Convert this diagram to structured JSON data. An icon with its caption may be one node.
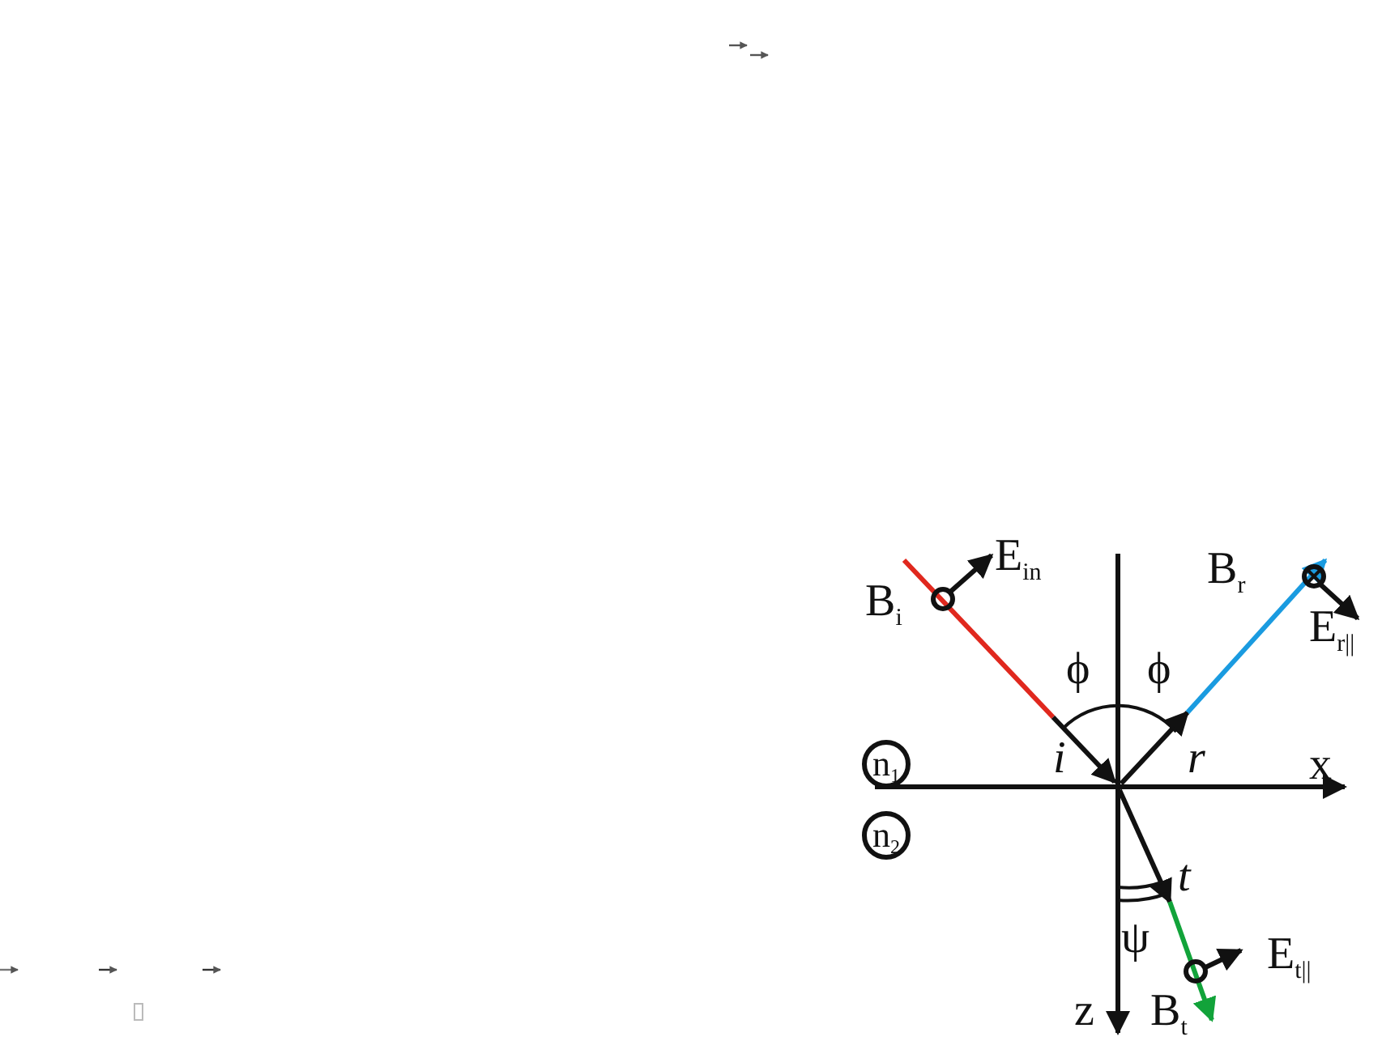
{
  "diagram": {
    "nodes": [
      {
        "text": [
          "n$_{1}$"
        ]
      },
      {
        "text": [
          "n$_{2}$"
        ]
      }
    ],
    "labels": [
      "E$_{in}$",
      "B$_{i}$",
      "B$_{r}$",
      "E$_{r||}$",
      "ϕ",
      "ϕ",
      "i",
      "r",
      "x",
      "t",
      "ψ",
      "E$_{t||}$",
      "z",
      "B$_{t}$"
    ]
  }
}
